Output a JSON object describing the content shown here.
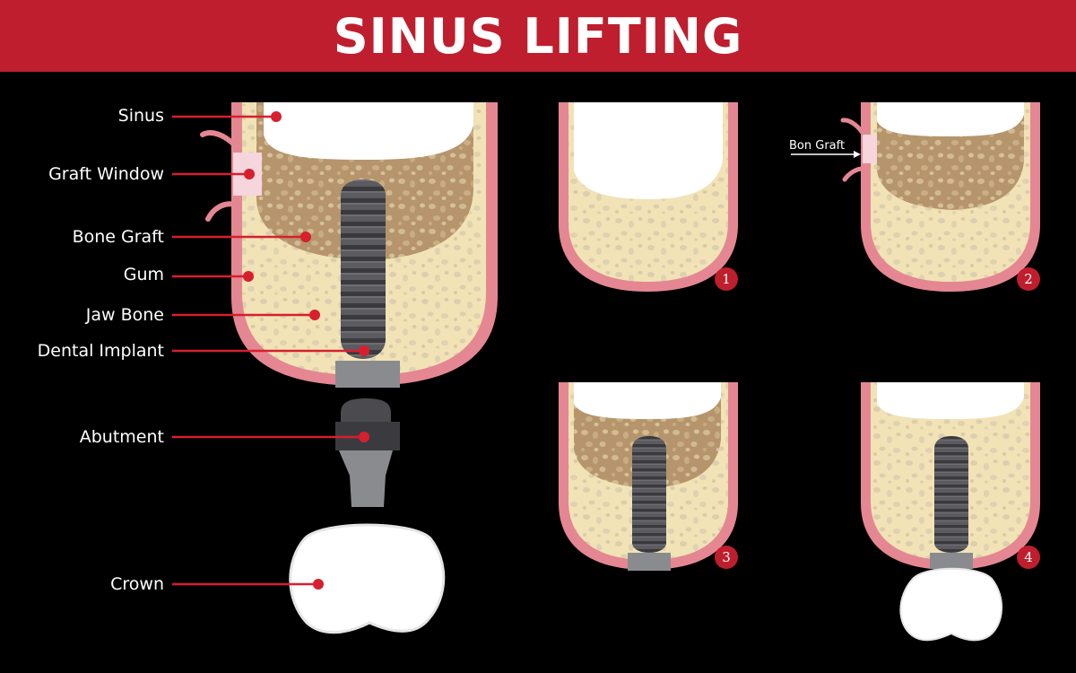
{
  "header": {
    "title": "SINUS LIFTING"
  },
  "labels": {
    "sinus": "Sinus",
    "graft_window": "Graft Window",
    "bone_graft": "Bone Graft",
    "gum": "Gum",
    "jaw_bone": "Jaw Bone",
    "dental_implant": "Dental Implant",
    "abutment": "Abutment",
    "crown": "Crown"
  },
  "steps": {
    "step1": "1",
    "step2": "2",
    "step3": "3",
    "step4": "4",
    "step2_label": "Bon Graft"
  },
  "colors": {
    "header": "#be1e2d",
    "accent_red": "#d71f2e",
    "gum": "#e48792",
    "bone": "#f1e3b6",
    "graft": "#b6956c",
    "implant": "#4b4b4f",
    "sinus": "#ffffff"
  }
}
